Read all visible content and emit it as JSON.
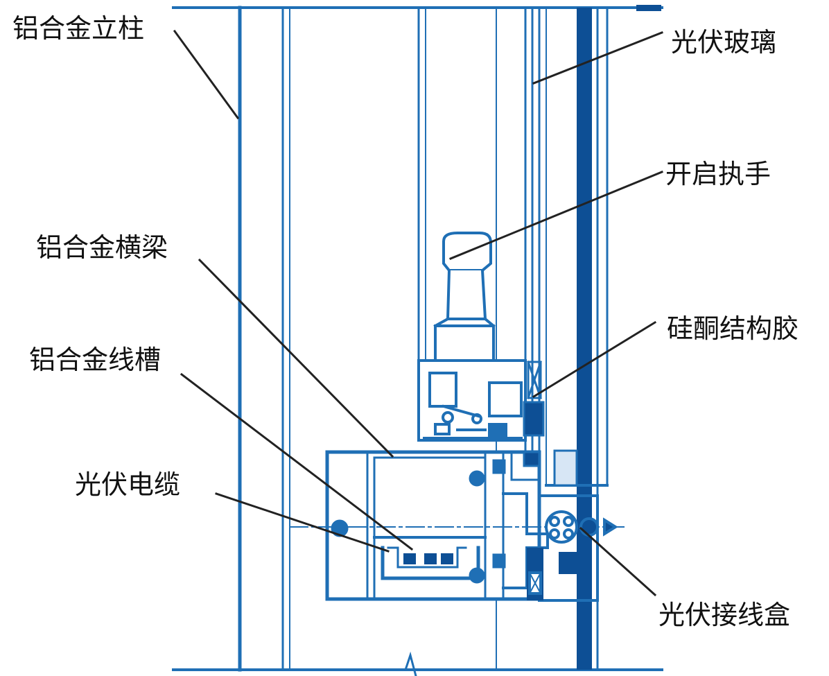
{
  "labels": {
    "aluminum_mullion": "铝合金立柱",
    "pv_glass": "光伏玻璃",
    "opening_handle": "开启执手",
    "aluminum_transom": "铝合金横梁",
    "silicone_structural_sealant": "硅酮结构胶",
    "aluminum_wire_trough": "铝合金线槽",
    "pv_cable": "光伏电缆",
    "pv_junction_box": "光伏接线盒"
  },
  "colors": {
    "drawing_line": "#1f6fb5",
    "drawing_dark": "#0d4f95",
    "fill_light": "#d7e6f5",
    "leader_line": "#222222",
    "label_text": "#111111"
  }
}
